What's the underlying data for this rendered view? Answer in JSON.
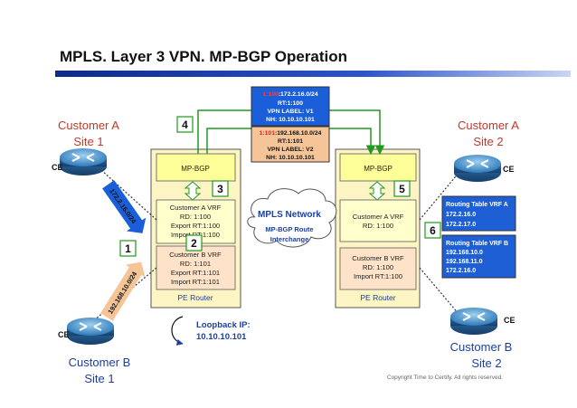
{
  "title": "MPLS. Layer 3 VPN. MP-BGP Operation",
  "colors": {
    "accent": "#1c3d8f",
    "customer": "#c0392b",
    "pe_box": "#fdf6c4",
    "mpbgp": "#ffff99",
    "vrf_a": "#ffffcc",
    "vrf_b": "#ffe3c8",
    "route_blue": "#1a5fd9",
    "route_orange": "#f5c598",
    "routing_table": "#1f5fd6",
    "arrows": "#1e9a1e",
    "lines": "#444444"
  },
  "sites": {
    "a1": {
      "line1": "Customer A",
      "line2": "Site 1"
    },
    "a2": {
      "line1": "Customer A",
      "line2": "Site 2"
    },
    "b1": {
      "line1": "Customer B",
      "line2": "Site 1"
    },
    "b2": {
      "line1": "Customer B",
      "line2": "Site 2"
    }
  },
  "ce_label": "CE",
  "links": {
    "a1": "172.2.16.0/24",
    "b1": "192.168.10.0/24"
  },
  "steps": {
    "s1": "1",
    "s2": "2",
    "s3": "3",
    "s4": "4",
    "s5": "5",
    "s6": "6"
  },
  "updates": {
    "v1": {
      "rd": "1:100",
      "prefix": ":172.2.16.0/24",
      "rt": "RT:1:100",
      "label": "VPN LABEL: V1",
      "nh": "NH: 10.10.10.101"
    },
    "v2": {
      "rd": "1:101",
      "prefix": ":192.168.10.0/24",
      "rt": "RT:1:101",
      "label": "VPN LABEL: V2",
      "nh": "NH: 10.10.10.101"
    }
  },
  "pe_left": {
    "mpbgp": "MP-BGP",
    "vrf_a": {
      "l1": "Customer A VRF",
      "l2": "RD: 1:100",
      "l3": "Export RT:1:100",
      "l4": "Import RT:1:100"
    },
    "vrf_b": {
      "l1": "Customer B VRF",
      "l2": "RD: 1:101",
      "l3": "Export RT:1:101",
      "l4": "Import RT:1:101"
    },
    "label": "PE Router"
  },
  "pe_right": {
    "mpbgp": "MP-BGP",
    "vrf_a": {
      "l1": "Customer A VRF",
      "l2": "RD: 1:100"
    },
    "vrf_b": {
      "l1": "Customer B VRF",
      "l2": "RD: 1:100",
      "l3": "Import RT:1:100"
    },
    "label": "PE Router"
  },
  "mpls": {
    "title": "MPLS Network",
    "sub1": "MP-BGP Route",
    "sub2": "Interchange"
  },
  "loopback": {
    "l1": "Loopback IP:",
    "l2": "10.10.10.101"
  },
  "rt_a": {
    "title": "Routing Table VRF A",
    "r1": "172.2.16.0",
    "r2": "172.2.17.0"
  },
  "rt_b": {
    "title": "Routing Table VRF B",
    "r1": "192.168.10.0",
    "r2": "192.168.11.0",
    "r3": "172.2.16.0"
  },
  "copyright": "Copyright Time to Certify. All rights reserved."
}
